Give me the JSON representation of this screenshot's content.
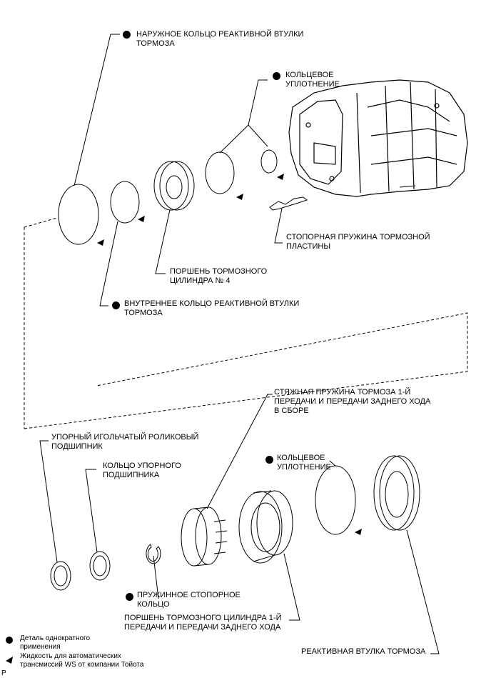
{
  "labels": {
    "outer_ring": [
      "НАРУЖНОЕ КОЛЬЦО РЕАКТИВНОЙ ВТУЛКИ",
      "ТОРМОЗА"
    ],
    "o_ring_top": [
      "КОЛЬЦЕВОЕ",
      "УПЛОТНЕНИЕ"
    ],
    "stopper_spring": [
      "СТОПОРНАЯ ПРУЖИНА ТОРМОЗНОЙ",
      "ПЛАСТИНЫ"
    ],
    "piston_4": [
      "ПОРШЕНЬ ТОРМОЗНОГО",
      "ЦИЛИНДРА № 4"
    ],
    "inner_ring": [
      "ВНУТРЕННЕЕ КОЛЬЦО РЕАКТИВНОЙ ВТУЛКИ",
      "ТОРМОЗА"
    ],
    "return_spring": [
      "СТЯЖНАЯ ПРУЖИНА ТОРМОЗА 1-Й",
      "ПЕРЕДАЧИ И ПЕРЕДАЧИ ЗАДНЕГО ХОДА",
      "В СБОРЕ"
    ],
    "needle_bearing": [
      "УПОРНЫЙ ИГОЛЬЧАТЫЙ РОЛИКОВЫЙ",
      "ПОДШИПНИК"
    ],
    "bearing_race": [
      "КОЛЬЦО УПОРНОГО",
      "ПОДШИПНИКА"
    ],
    "o_ring_bottom": [
      "КОЛЬЦЕВОЕ",
      "УПЛОТНЕНИЕ"
    ],
    "snap_ring": [
      "ПРУЖИННОЕ СТОПОРНОЕ",
      "КОЛЬЦО"
    ],
    "piston_1st_rev": [
      "ПОРШЕНЬ ТОРМОЗНОГО ЦИЛИНДРА 1-Й",
      "ПЕРЕДАЧИ И ПЕРЕДАЧИ ЗАДНЕГО ХОДА"
    ],
    "reaction_sleeve": [
      "РЕАКТИВНАЯ ВТУЛКА ТОРМОЗА"
    ]
  },
  "legend": {
    "non_reusable": [
      "Деталь однократного",
      "применения"
    ],
    "atf": [
      "Жидкость для автоматических",
      "трансмиссий WS от компании Тойота"
    ]
  },
  "corner_mark": "P"
}
